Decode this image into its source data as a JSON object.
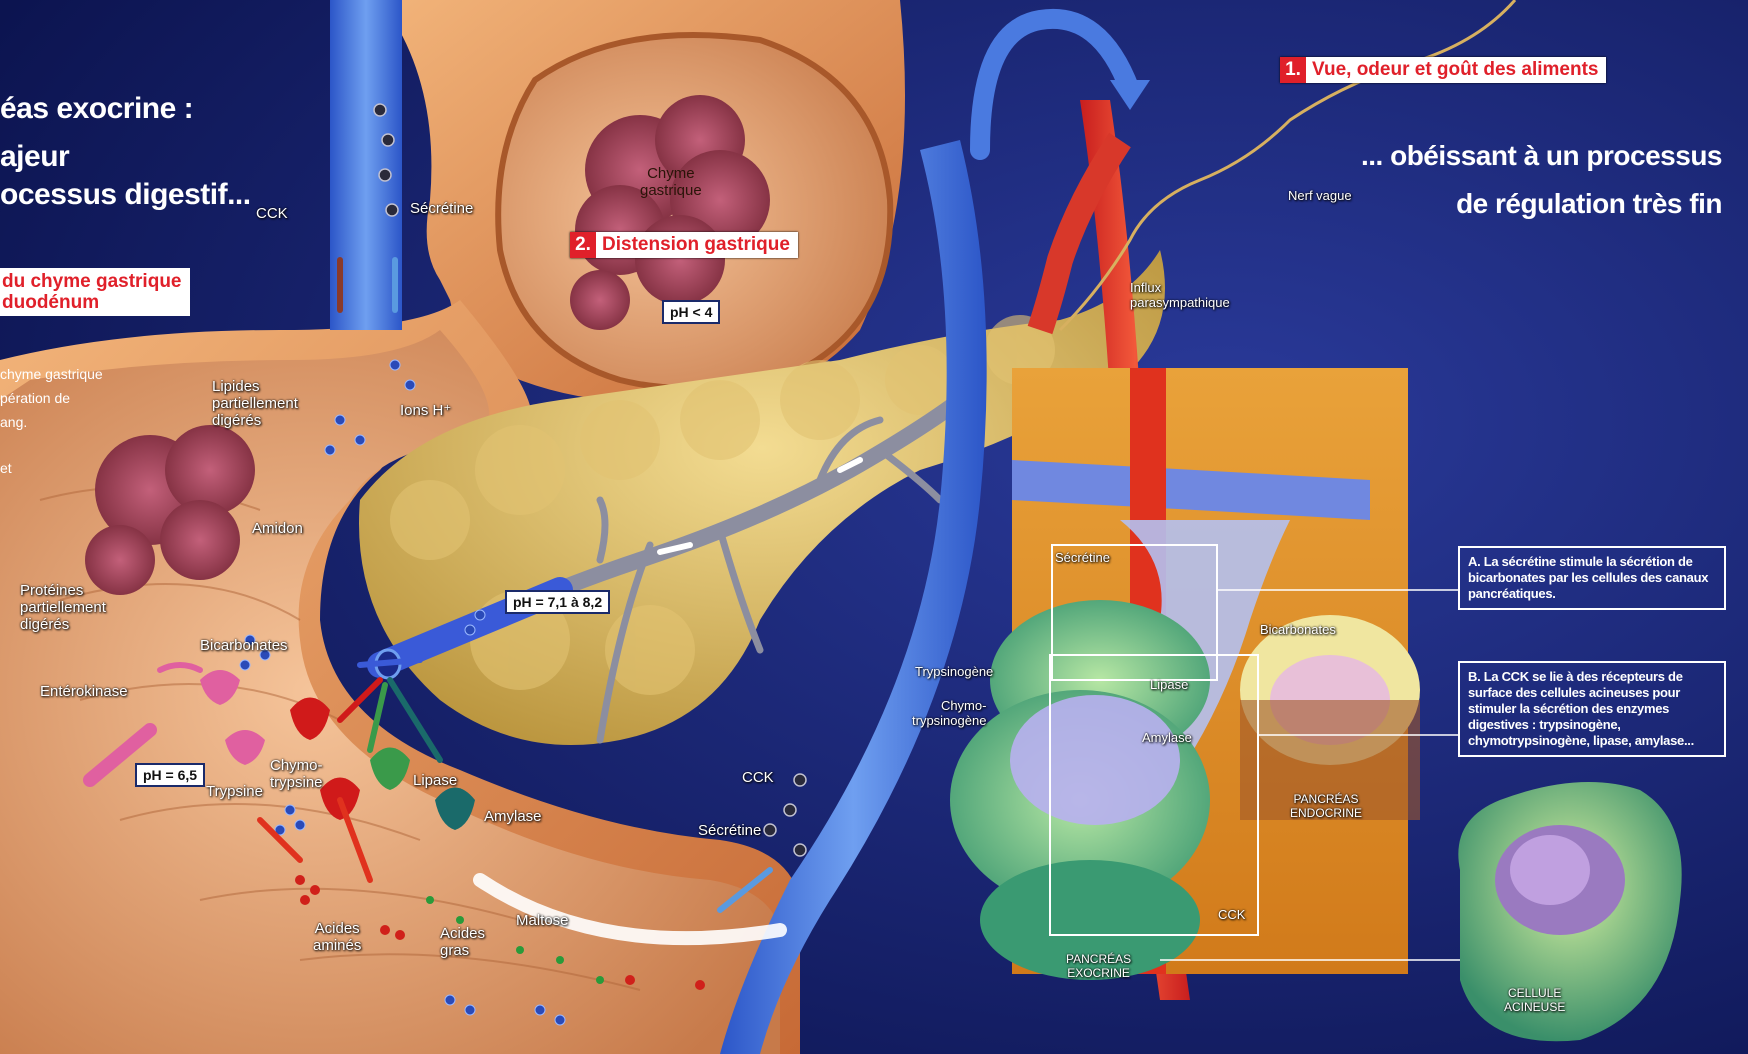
{
  "headings": {
    "left_line1": "éas exocrine :",
    "left_line2": "ajeur",
    "left_line3": "ocessus digestif...",
    "red_line1": "du chyme gastrique",
    "red_line2": "duodénum",
    "right_line1": "... obéissant à un processus",
    "right_line2": "de régulation très fin"
  },
  "left_text": {
    "line1": "chyme  gastrique",
    "line2": "pération   de",
    "line3": "ang.",
    "line4": "et"
  },
  "badges": {
    "step1_num": "1.",
    "step1_label": "Vue, odeur et goût des aliments",
    "step2_num": "2.",
    "step2_label": "Distension gastrique"
  },
  "ph": {
    "stomach": "pH < 4",
    "pancreatic": "pH = 7,1 à 8,2",
    "duodenum": "pH = 6,5"
  },
  "labels": {
    "cck": "CCK",
    "secretine": "Sécrétine",
    "chyme_line1": "Chyme",
    "chyme_line2": "gastrique",
    "lipides_line1": "Lipides",
    "lipides_line2": "partiellement",
    "lipides_line3": "digérés",
    "ions_h": "Ions H⁺",
    "amidon": "Amidon",
    "proteines_line1": "Protéines",
    "proteines_line2": "partiellement",
    "proteines_line3": "digérés",
    "bicarbonates": "Bicarbonates",
    "enterokinase": "Entérokinase",
    "chymotrypsine_line1": "Chymo-",
    "chymotrypsine_line2": "trypsine",
    "trypsine": "Trypsine",
    "lipase": "Lipase",
    "amylase": "Amylase",
    "acides_amines_line1": "Acides",
    "acides_amines_line2": "aminés",
    "acides_gras_line1": "Acides",
    "acides_gras_line2": "gras",
    "maltose": "Maltose",
    "nerf_vague": "Nerf vague",
    "influx_line1": "Influx",
    "influx_line2": "parasympathique",
    "trypsinogene": "Trypsinogène",
    "chymotrypsinogene_line1": "Chymo-",
    "chymotrypsinogene_line2": "trypsinogène",
    "pancreas_endocrine_line1": "PANCRÉAS",
    "pancreas_endocrine_line2": "ENDOCRINE",
    "pancreas_exocrine_line1": "PANCRÉAS",
    "pancreas_exocrine_line2": "EXOCRINE",
    "cellule_acineuse_line1": "CELLULE",
    "cellule_acineuse_line2": "ACINEUSE"
  },
  "info": {
    "a": "A. La sécrétine stimule la sécrétion de bicarbonates par les cellules des canaux pancréatiques.",
    "b": "B. La CCK se lie à des récepteurs de surface des cellules acineuses pour stimuler la sécrétion des enzymes digestives : trypsinogène, chymotrypsinogène, lipase, amylase..."
  },
  "colors": {
    "background": "#16206a",
    "badge_red": "#e0202a",
    "vein_blue": "#4a7ae0",
    "artery_red": "#d8382a",
    "stomach_orange": "#e09a60",
    "pancreas_yellow": "#e2c372",
    "inset_orange": "#e39532"
  }
}
